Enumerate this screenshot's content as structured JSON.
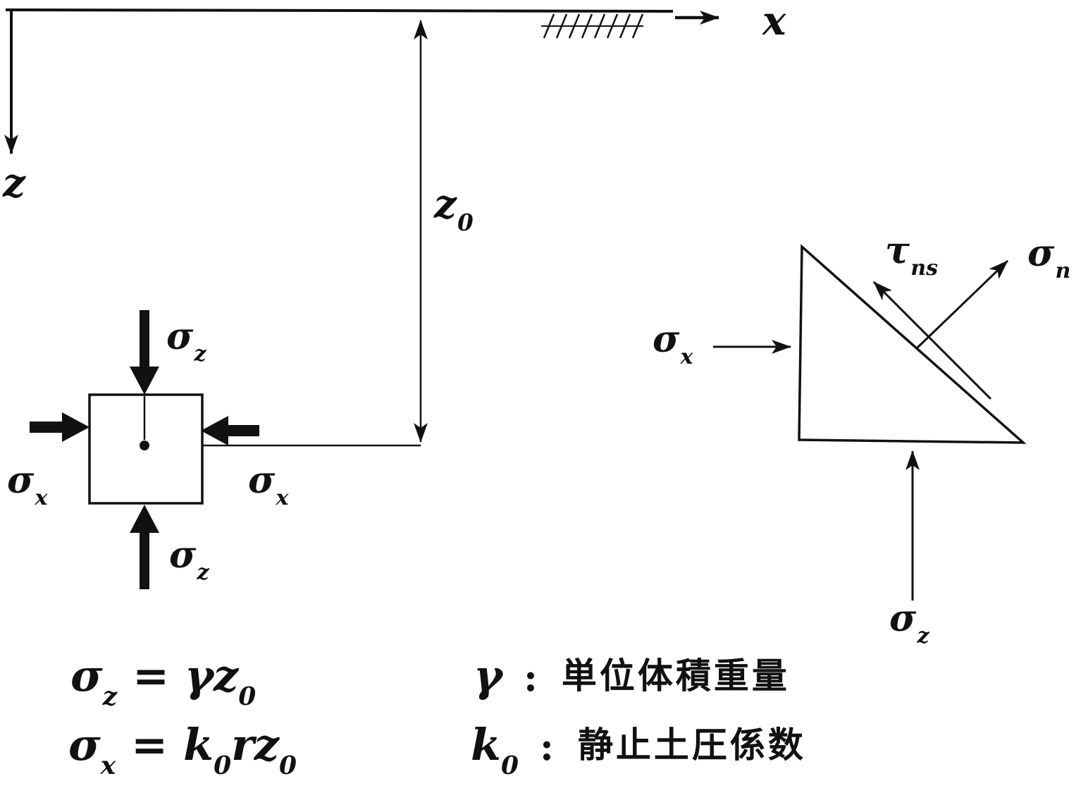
{
  "axes": {
    "x_label": "x",
    "z_label": "z",
    "depth": {
      "base": "z",
      "sub": "0"
    }
  },
  "square_element": {
    "top": {
      "base": "σ",
      "sub": "z"
    },
    "bottom": {
      "base": "σ",
      "sub": "z"
    },
    "left": {
      "base": "σ",
      "sub": "x"
    },
    "right": {
      "base": "σ",
      "sub": "x"
    }
  },
  "triangle_element": {
    "left": {
      "base": "σ",
      "sub": "x"
    },
    "bottom": {
      "base": "σ",
      "sub": "z"
    },
    "shear": {
      "base": "τ",
      "sub": "ns"
    },
    "normal": {
      "base": "σ",
      "sub": "n"
    }
  },
  "equations": {
    "first": {
      "lhs_base": "σ",
      "lhs_sub": "z",
      "equals": "=",
      "rhs1_base": "γz",
      "rhs1_sub": "0"
    },
    "second": {
      "lhs_base": "σ",
      "lhs_sub": "x",
      "equals": "=",
      "rhs1_base": "k",
      "rhs1_sub": "0",
      "rhs2_base": "rz",
      "rhs2_sub": "0"
    }
  },
  "legend": {
    "gamma": {
      "symbol_base": "γ",
      "symbol_sub": "",
      "colon": ":",
      "text": "単位体積重量"
    },
    "k0": {
      "symbol_base": "k",
      "symbol_sub": "0",
      "colon": ":",
      "text": "静止土圧係数"
    }
  }
}
